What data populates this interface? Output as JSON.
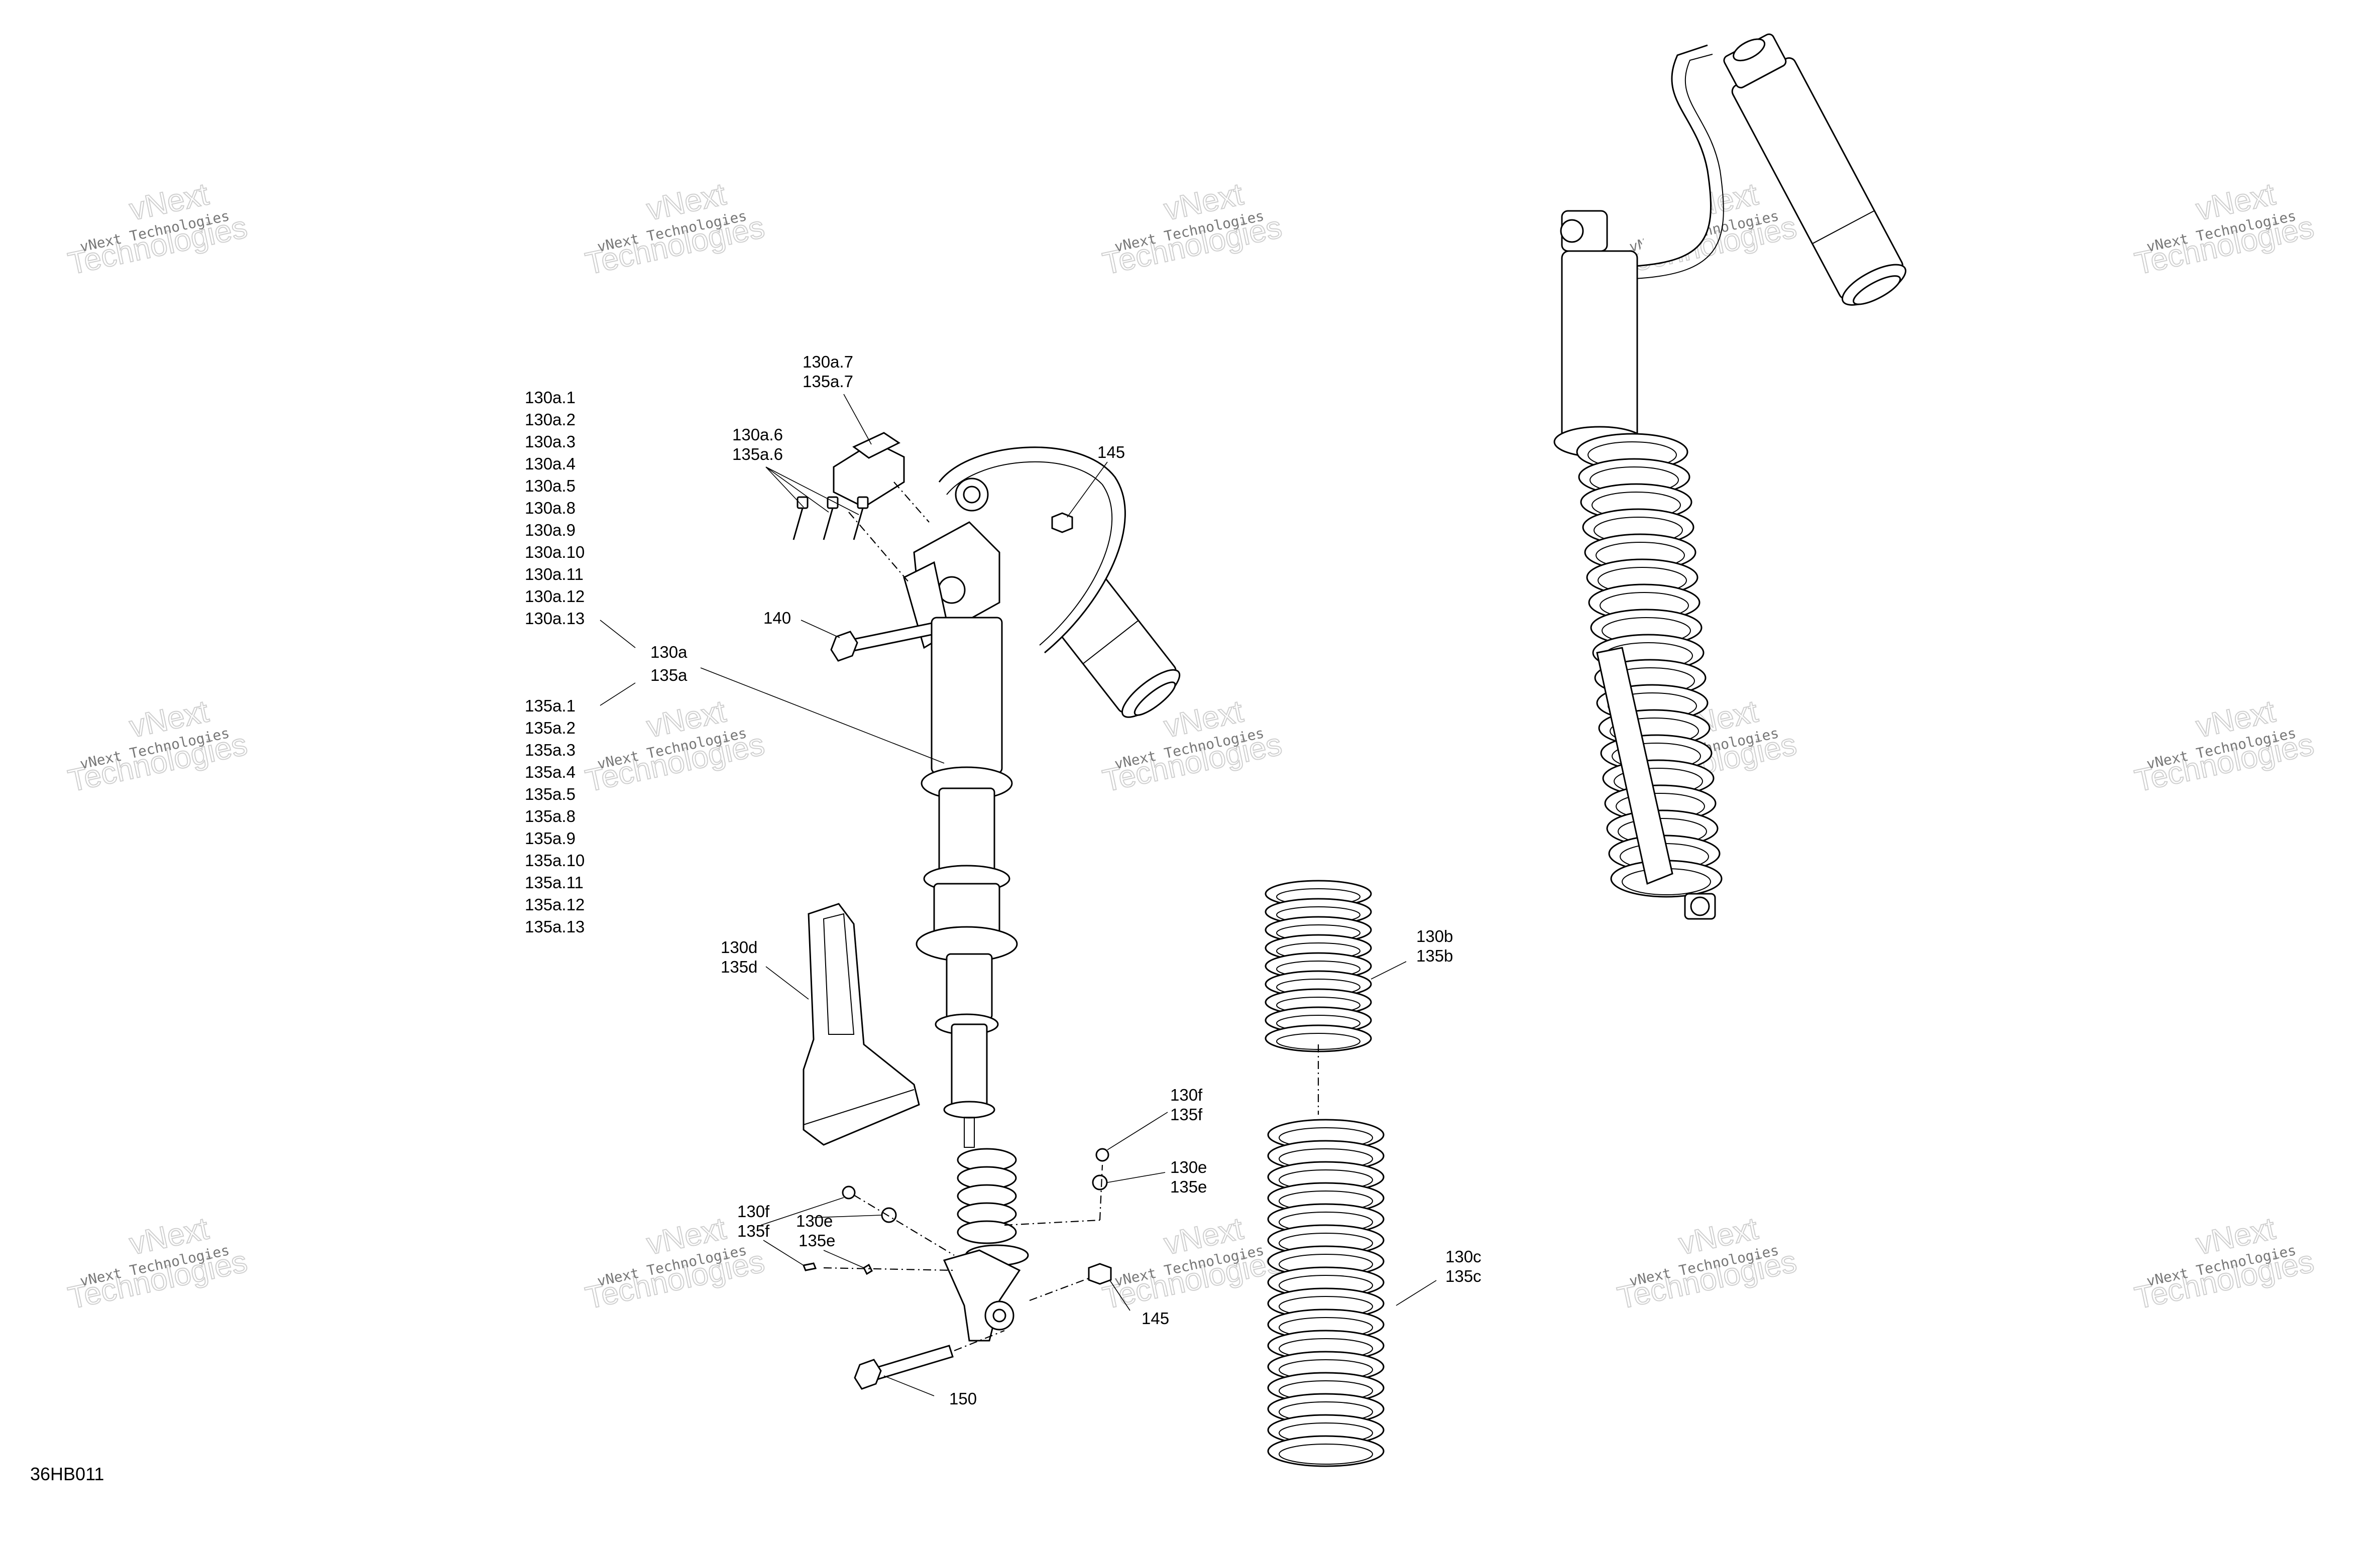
{
  "watermark": {
    "line1": "vNext Technologies",
    "line2": "vNext",
    "line3": "Technologies"
  },
  "figure_code": "36HB011",
  "callouts": {
    "c_130a_7": "130a.7",
    "c_135a_7": "135a.7",
    "c_130a_6": "130a.6",
    "c_135a_6": "135a.6",
    "c_145_top": "145",
    "c_140": "140",
    "c_130a": "130a",
    "c_135a": "135a",
    "c_130d": "130d",
    "c_135d": "135d",
    "c_130b": "130b",
    "c_135b": "135b",
    "c_130f_r": "130f",
    "c_135f_r": "135f",
    "c_130e_r": "130e",
    "c_135e_r": "135e",
    "c_130f_l": "130f",
    "c_135f_l": "135f",
    "c_130e_l": "130e",
    "c_135e_l": "135e",
    "c_145_bottom": "145",
    "c_150": "150",
    "c_130c": "130c",
    "c_135c": "135c"
  },
  "list_130a": [
    "130a.1",
    "130a.2",
    "130a.3",
    "130a.4",
    "130a.5",
    "130a.8",
    "130a.9",
    "130a.10",
    "130a.11",
    "130a.12",
    "130a.13"
  ],
  "list_135a": [
    "135a.1",
    "135a.2",
    "135a.3",
    "135a.4",
    "135a.5",
    "135a.8",
    "135a.9",
    "135a.10",
    "135a.11",
    "135a.12",
    "135a.13"
  ]
}
